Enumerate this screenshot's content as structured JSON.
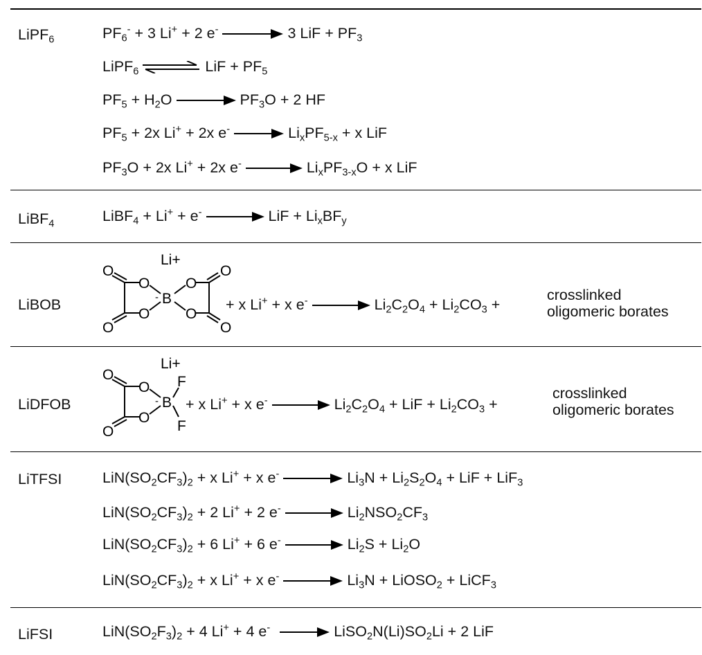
{
  "rows": [
    {
      "salt": "LiPF",
      "salt_sub": "6",
      "equations": [
        "PF6- + 3 Li+ + 2 e- → 3 LiF + PF3",
        "LiPF6 ⇌ LiF + PF5",
        "PF5 + H2O → PF3O + 2 HF",
        "PF5 + 2x Li+ + 2x e- → LixPF5-x + x LiF",
        "PF3O + 2x Li+ + 2x e- → LixPF3-xO + x LiF"
      ]
    },
    {
      "salt": "LiBF",
      "salt_sub": "4",
      "equations": [
        "LiBF4 + Li+ + e- → LiF + LixBFy"
      ]
    },
    {
      "salt": "LiBOB",
      "equations": [
        "LiBOB + x Li+ + x e- → Li2C2O4 + Li2CO3 + crosslinked oligomeric borates"
      ],
      "mol_labels": [
        "Li+",
        "O",
        "O",
        "O",
        "O",
        "O",
        "O",
        "O",
        "O",
        "B"
      ]
    },
    {
      "salt": "LiDFOB",
      "equations": [
        "LiDFOB + x Li+ + x e- → Li2C2O4 + LiF + Li2CO3 + crosslinked oligomeric borates"
      ],
      "mol_labels": [
        "Li+",
        "O",
        "O",
        "O",
        "O",
        "F",
        "F",
        "B"
      ]
    },
    {
      "salt": "LiTFSI",
      "equations": [
        "LiN(SO2CF3)2 + x Li+ + x e- → Li3N + Li2S2O4 + LiF + LiF3",
        "LiN(SO2CF3)2 + 2 Li+ + 2 e- → Li2NSO2CF3",
        "LiN(SO2CF3)2 + 6 Li+ + 6 e- → Li2S + Li2O",
        "LiN(SO2CF3)2 + x Li+ + x e- → Li3N + LiOSO2 + LiCF3"
      ]
    },
    {
      "salt": "LiFSI",
      "equations": [
        "LiN(SO2F3)2 + 4 Li+ + 4 e- → LiSO2N(Li)SO2Li + 2 LiF"
      ]
    }
  ],
  "borates": {
    "line1": "crosslinked",
    "line2": "oligomeric borates"
  }
}
